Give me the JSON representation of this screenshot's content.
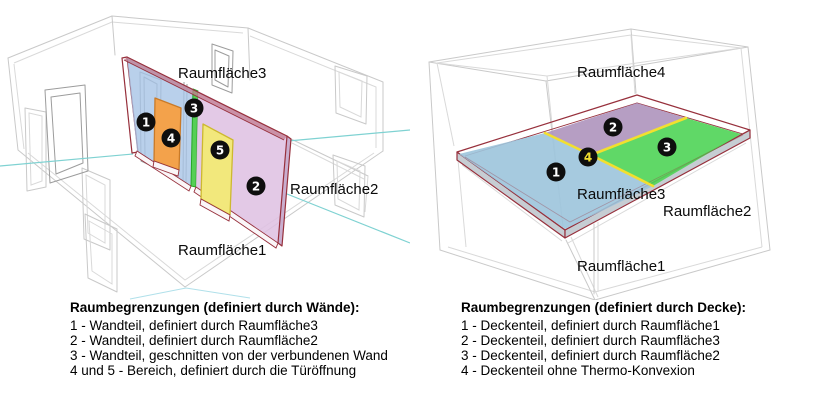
{
  "diagrams": {
    "walls": {
      "labels": {
        "surface3": "Raumfläche3",
        "surface2": "Raumfläche2",
        "surface1": "Raumfläche1"
      },
      "markers": {
        "m1": "1",
        "m2": "2",
        "m3": "3",
        "m4": "4",
        "m5": "5"
      }
    },
    "ceiling": {
      "labels": {
        "surface4": "Raumfläche4",
        "surface3": "Raumfläche3",
        "surface2": "Raumfläche2",
        "surface1": "Raumfläche1"
      },
      "markers": {
        "m1": "1",
        "m2": "2",
        "m3": "3",
        "m4": "4"
      }
    }
  },
  "captions": {
    "walls": {
      "title": "Raumbegrenzungen (definiert durch Wände):",
      "lines": [
        "1 - Wandteil, definiert durch Raumfläche3",
        "2 - Wandteil, definiert durch Raumfläche2",
        "3 - Wandteil, geschnitten von der verbundenen Wand",
        "4 und 5 - Bereich, definiert durch die Türöffnung"
      ]
    },
    "ceiling": {
      "title": "Raumbegrenzungen (definiert durch Decke):",
      "lines": [
        "1 - Deckenteil, definiert durch Raumfläche1",
        "2 - Deckenteil, definiert durch Raumfläche3",
        "3 - Deckenteil, definiert durch Raumfläche2",
        "4 - Deckenteil ohne Thermo-Konvexion"
      ]
    }
  },
  "colors": {
    "outline_red": "#97303c",
    "wireframe_gray": "#c9c9c9",
    "accent_teal": "#7fd2d2",
    "wall_blue": "#a7c4e6",
    "wall_pink": "#dec0e2",
    "wall_green": "#44ca44",
    "door_orange": "#f3a24b",
    "door_yellow": "#f2e87c",
    "slab_blue": "#9cc4dc",
    "slab_purple": "#ae93bd",
    "slab_green": "#4fd456",
    "divider_yellow": "#f2df2f",
    "slab_gray": "#c6cdd3"
  }
}
